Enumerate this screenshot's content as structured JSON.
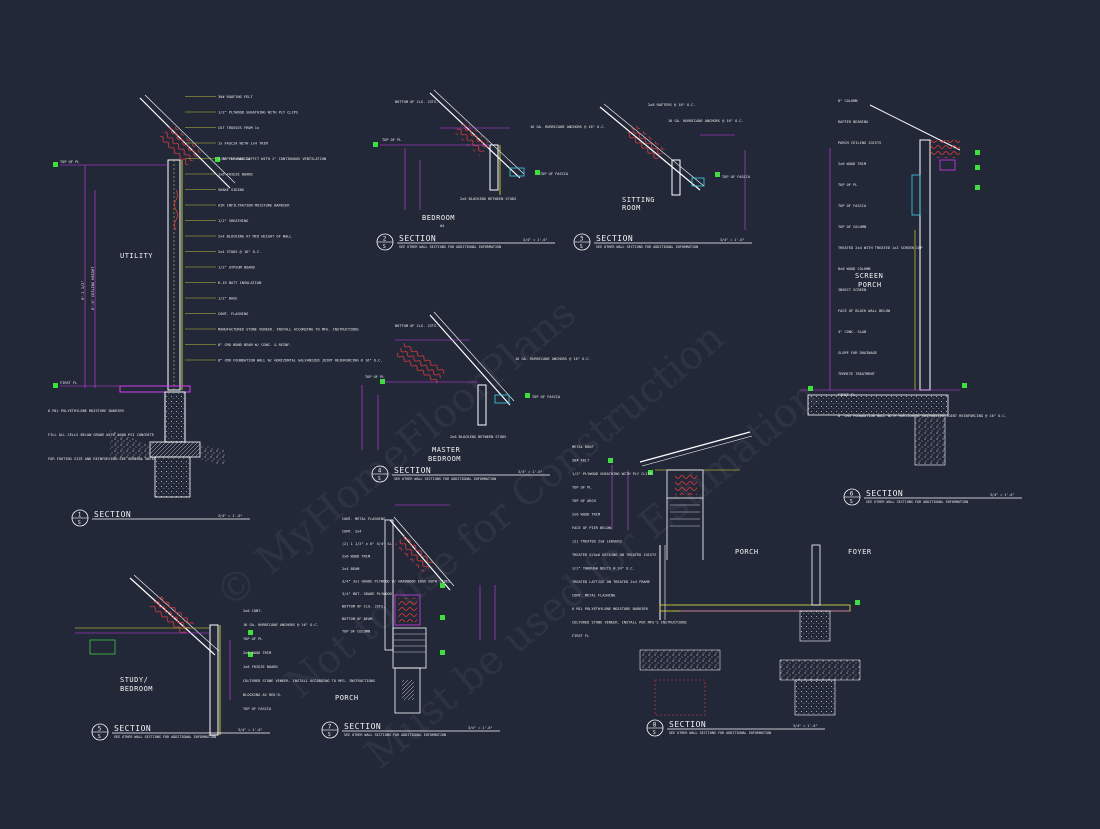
{
  "drawing": {
    "title": "Wall Sections"
  },
  "watermark": {
    "line1": "© MyHomeFloorPlans",
    "line2": "Not to use for Construction",
    "line3": "Must be used for Estimation"
  },
  "colors": {
    "background": "#232838",
    "wall": "#ffffff",
    "yellow": "#e6e83a",
    "magenta": "#d23cf0",
    "red": "#e03a3a",
    "green": "#3ce03c",
    "cyan": "#3cd0e6"
  },
  "sections": [
    {
      "num": "1",
      "sheet": "S",
      "title": "SECTION",
      "scale": "3/4\" = 1'-0\"",
      "room": "UTILITY",
      "note": ""
    },
    {
      "num": "2",
      "sheet": "S",
      "title": "SECTION",
      "scale": "3/4\" = 1'-0\"",
      "room": "BEDROOM",
      "room2": "#4",
      "note": "SEE OTHER WALL SECTIONS FOR ADDITIONAL INFORMATION"
    },
    {
      "num": "3",
      "sheet": "S",
      "title": "SECTION",
      "scale": "3/4\" = 1'-0\"",
      "room": "SITTING",
      "room2": "ROOM",
      "note": "SEE OTHER WALL SECTIONS FOR ADDITIONAL INFORMATION"
    },
    {
      "num": "4",
      "sheet": "S",
      "title": "SECTION",
      "scale": "3/4\" = 1'-0\"",
      "room": "MASTER",
      "room2": "BEDROOM",
      "note": "SEE OTHER WALL SECTIONS FOR ADDITIONAL INFORMATION"
    },
    {
      "num": "5",
      "sheet": "S",
      "title": "SECTION",
      "scale": "3/4\" = 1'-0\"",
      "room": "STUDY/",
      "room2": "BEDROOM",
      "note": "SEE OTHER WALL SECTIONS FOR ADDITIONAL INFORMATION"
    },
    {
      "num": "6",
      "sheet": "S",
      "title": "SECTION",
      "scale": "3/4\" = 1'-0\"",
      "room": "SCREEN",
      "room2": "PORCH",
      "note": "SEE OTHER WALL SECTIONS FOR ADDITIONAL INFORMATION"
    },
    {
      "num": "7",
      "sheet": "S",
      "title": "SECTION",
      "scale": "3/4\" = 1'-0\"",
      "room": "PORCH",
      "note": "SEE OTHER WALL SECTIONS FOR ADDITIONAL INFORMATION"
    },
    {
      "num": "8",
      "sheet": "S",
      "title": "SECTION",
      "scale": "3/4\" = 1'-0\"",
      "room": "PORCH",
      "room2": "FOYER",
      "note": "SEE OTHER WALL SECTIONS FOR ADDITIONAL INFORMATION"
    }
  ],
  "sec1_notes": [
    "30# ROOFING FELT",
    "1/2\" PLYWOOD SHEATHING WITH PLY CLIPS",
    "CUT TRUSSES FROM 1x",
    "1x FASCIA WITH 1x4 TRIM",
    "3/8\" PLYWOOD SOFFIT WITH 2\" CONTINUOUS VENTILATION",
    "1x6 FRIEZE BOARD",
    "SHAKE SIDING",
    "AIR INFILTRATION MOISTURE BARRIER",
    "1/2\" SHEATHING",
    "2x4 BLOCKING AT MID HEIGHT OF WALL",
    "2x4 STUDS @ 16\" O.C.",
    "1/2\" GYPSUM BOARD",
    "R-19 BATT INSULATION",
    "1/2\" BASE",
    "CONT. FLASHING",
    "MANUFACTURED STONE VENEER. INSTALL ACCORDING TO MFG. INSTRUCTIONS",
    "8\" CMU BOND BEAM W/ CONC. & REINF.",
    "8\" CMU FOUNDATION WALL W/ HORIZONTAL GALVANIZED JOINT REINFORCING @ 16\" O.C."
  ],
  "sec1_left_notes": [
    "6 MIL POLYETHYLENE MOISTURE BARRIER",
    "FILL ALL CELLS BELOW GRADE WITH 3000 PSI CONCRETE",
    "FOR FOOTING SIZE AND REINFORCING SEE GENERAL NOTES"
  ],
  "sec1_dims": {
    "top_pl": "TOP OF PL",
    "first_fl": "FIRST FL",
    "height": "9'-1 1/2\"",
    "ceiling": "8'-0\" CEILING HEIGHT",
    "top_fascia": "TOP OF FASCIA"
  },
  "sec2_notes": [
    "BOTTOM OF CLG. JSTS.",
    "16 GA. HURRICANE ANCHORS @ 16\" O.C.",
    "2x6 BLOCKING BETWEEN STUDS",
    "TOP OF FASCIA",
    "TOP OF PL"
  ],
  "sec3_notes": [
    "2x8 RAFTERS @ 16\" O.C.",
    "16 GA. HURRICANE ANCHORS @ 16\" O.C.",
    "TOP OF FASCIA"
  ],
  "sec4_notes": [
    "BOTTOM OF CLG. JSTS.",
    "16 GA. HURRICANE ANCHORS @ 16\" O.C.",
    "2x6 BLOCKING BETWEEN STUDS",
    "TOP OF FASCIA",
    "TOP OF PL"
  ],
  "sec5_notes": [
    "2x6 CONT.",
    "16 GA. HURRICANE ANCHORS @ 16\" O.C.",
    "TOP OF PL",
    "2x6 WOOD TRIM",
    "1x6 FRIEZE BOARD",
    "CULTURED STONE VENEER. INSTALL ACCORDING TO MFG. INSTRUCTIONS",
    "BLOCKING AS REQ'D.",
    "TOP OF FASCIA"
  ],
  "sec6_notes": [
    "8\" COLUMN",
    "RAFTER BEARING",
    "PORCH CEILING JOISTS",
    "2x6 WOOD TRIM",
    "TOP OF PL",
    "TOP OF FASCIA",
    "TOP OF COLUMN",
    "TREATED 2x4 WITH TREATED 1x2 SCREEN CAP",
    "8x8 WOOD COLUMN",
    "INSECT SCREEN",
    "FACE OF BLOCK WALL BELOW",
    "4\" CONC. SLAB",
    "SLOPE FOR DRAINAGE",
    "TERMITE TREATMENT",
    "FIRST FL",
    "8\" CMU FOUNDATION WALL WITH HORIZONTAL GALVANIZED JOINT REINFORCING @ 16\" O.C."
  ],
  "sec7_notes": [
    "CONT. METAL FLASHING",
    "CONT. 2x4",
    "(2) 1 1/2\" x 6\" 5/4\" SL.",
    "2x6 WOOD TRIM",
    "2x4 BEAM",
    "3/4\" 3x1 GRADE PLYWOOD W/ HARDWOOD EDGE BOTH SIDES",
    "3/4\" BOT. GRADE PLYWOOD",
    "BOTTOM OF CLG. JSTS.",
    "BOTTOM OF BEAM",
    "TOP OF COLUMN"
  ],
  "sec8_notes": [
    "METAL ROOF",
    "30# FELT",
    "1/2\" PLYWOOD SHEATHING WITH PLY CLIPS",
    "TOP OF PL",
    "TOP OF ARCH",
    "2x6 WOOD TRIM",
    "FACE OF PIER BELOW",
    "(2) TREATED 2x8 LEDGERS",
    "TREATED 5/4x6 DECKING ON TREATED JOISTS",
    "1/2\" THROUGH BOLTS @ 24\" O.C.",
    "TREATED LATTICE ON TREATED 2x4 FRAME",
    "CONT. METAL FLASHING",
    "6 MIL POLYETHYLENE MOISTURE BARRIER",
    "CULTURED STONE VENEER. INSTALL PER MFG'S INSTRUCTIONS",
    "FIRST FL"
  ]
}
